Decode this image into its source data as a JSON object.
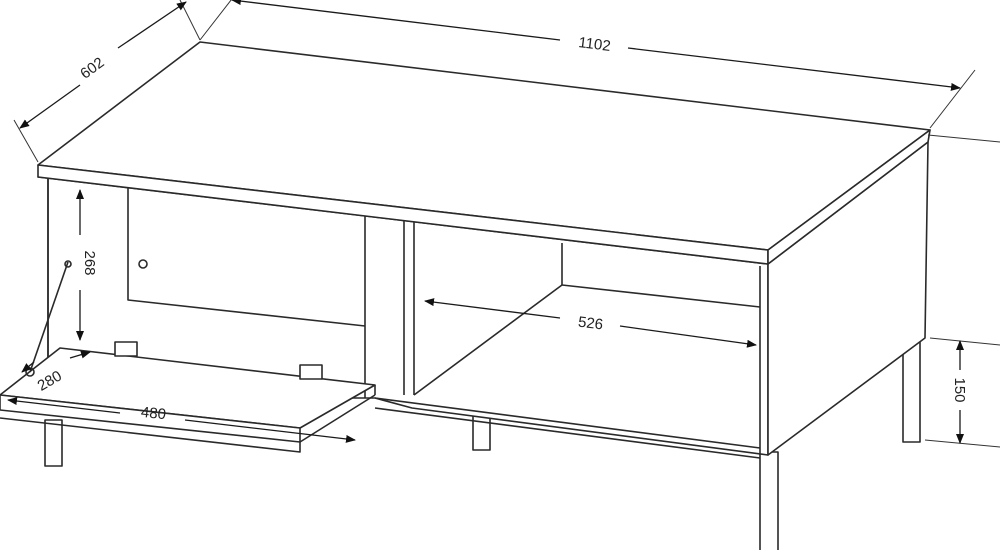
{
  "dimensions": {
    "depth": "602",
    "width": "1102",
    "inner_height": "268",
    "door_depth": "280",
    "door_width": "480",
    "compartment_width": "526",
    "leg_height": "150"
  },
  "colors": {
    "line": "#2a2a2a",
    "background": "#ffffff"
  }
}
